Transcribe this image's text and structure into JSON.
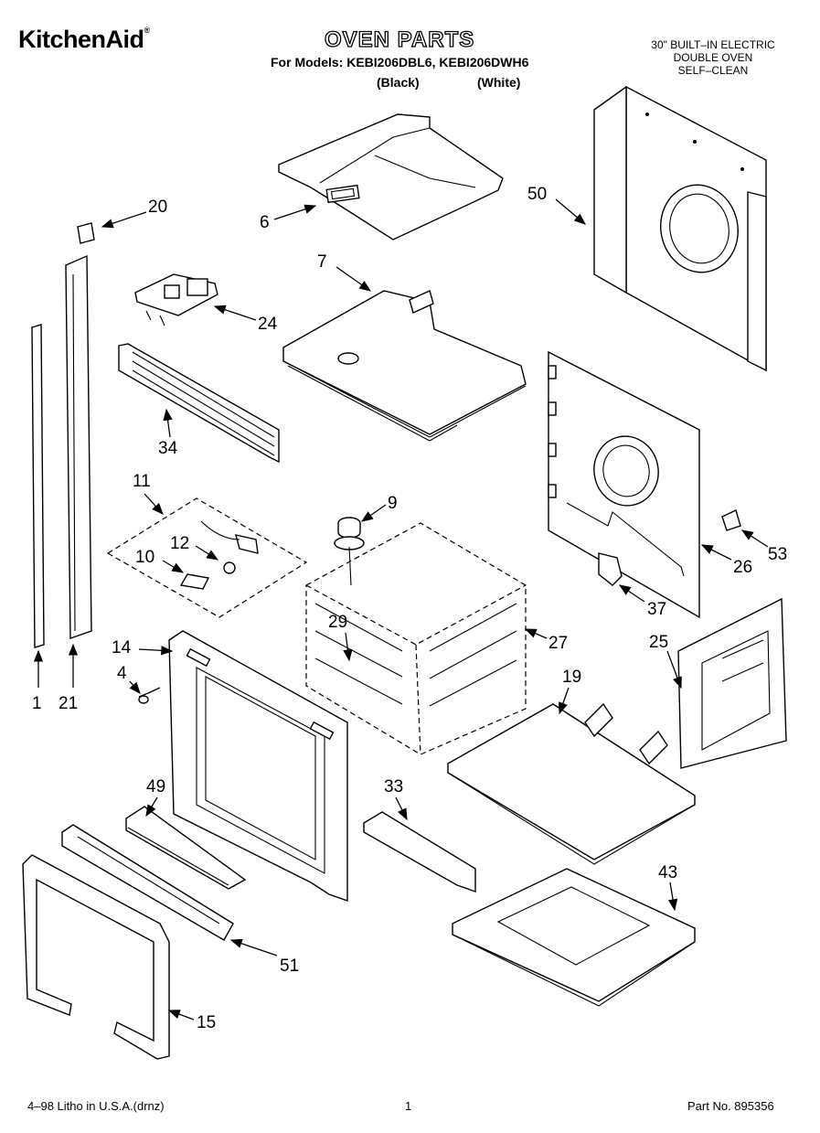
{
  "header": {
    "brand": "KitchenAid",
    "brand_mark": "®",
    "title": "OVEN PARTS",
    "models_line": "For Models: KEBI206DBL6, KEBI206DWH6",
    "variant_black": "(Black)",
    "variant_white": "(White)",
    "description": [
      "30\" BUILT–IN ELECTRIC",
      "DOUBLE OVEN",
      "SELF–CLEAN"
    ]
  },
  "parts": [
    {
      "number": "20"
    },
    {
      "number": "6"
    },
    {
      "number": "50"
    },
    {
      "number": "7"
    },
    {
      "number": "24"
    },
    {
      "number": "34"
    },
    {
      "number": "11"
    },
    {
      "number": "9"
    },
    {
      "number": "12"
    },
    {
      "number": "10"
    },
    {
      "number": "53"
    },
    {
      "number": "26"
    },
    {
      "number": "37"
    },
    {
      "number": "29"
    },
    {
      "number": "27"
    },
    {
      "number": "25"
    },
    {
      "number": "14"
    },
    {
      "number": "4"
    },
    {
      "number": "19"
    },
    {
      "number": "1"
    },
    {
      "number": "21"
    },
    {
      "number": "49"
    },
    {
      "number": "33"
    },
    {
      "number": "43"
    },
    {
      "number": "51"
    },
    {
      "number": "15"
    }
  ],
  "footer": {
    "left": "4–98 Litho in U.S.A.(drnz)",
    "page": "1",
    "part_no": "Part No. 895356"
  }
}
